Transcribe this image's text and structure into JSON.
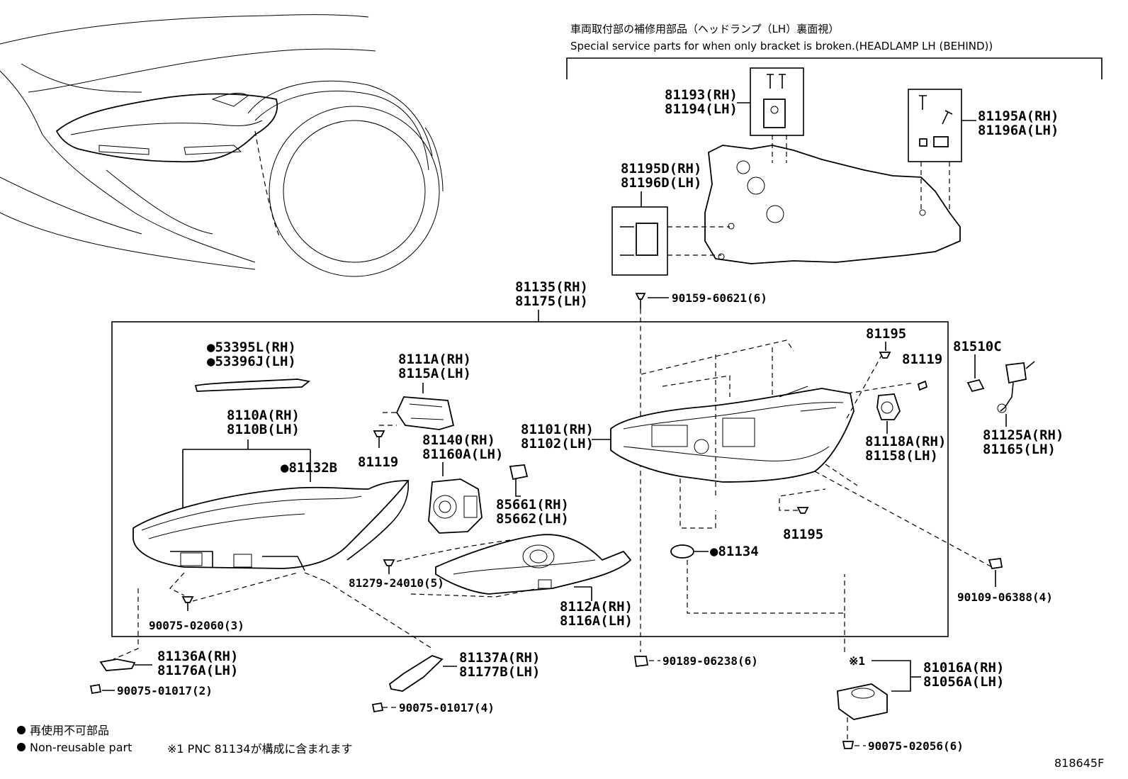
{
  "header": {
    "jp": "車両取付部の補修用部品（ヘッドランプ（LH）裏面視）",
    "en": "Special service parts for when only bracket is broken.(HEADLAMP LH (BEHIND))"
  },
  "labels": {
    "p81193": "81193(RH)",
    "p81194": "81194(LH)",
    "p81195A": "81195A(RH)",
    "p81196A": "81196A(LH)",
    "p81195D": "81195D(RH)",
    "p81196D": "81196D(LH)",
    "p81135": "81135(RH)",
    "p81175": "81175(LH)",
    "p90159": "90159-60621(6)",
    "p81195a": "81195",
    "p81195b": "81195",
    "p81510C": "81510C",
    "p81119a": "81119",
    "p81119b": "81119",
    "p53395L": "●53395L(RH)",
    "p53396J": "●53396J(LH)",
    "p8111A": "8111A(RH)",
    "p8115A": "8115A(LH)",
    "p8110A": "8110A(RH)",
    "p8110B": "8110B(LH)",
    "p81132B": "●81132B",
    "p81140": "81140(RH)",
    "p81160A": "81160A(LH)",
    "p81101": "81101(RH)",
    "p81102": "81102(LH)",
    "p81118A": "81118A(RH)",
    "p81158": "81158(LH)",
    "p81125A": "81125A(RH)",
    "p81165": "81165(LH)",
    "p85661": "85661(RH)",
    "p85662": "85662(LH)",
    "p81134": "●81134",
    "p81279": "81279-24010(5)",
    "p90109": "90109-06388(4)",
    "p8112A": "8112A(RH)",
    "p8116A": "8116A(LH)",
    "p90075a": "90075-02060(3)",
    "p81136A": "81136A(RH)",
    "p81176A": "81176A(LH)",
    "p90075b": "90075-01017(2)",
    "p81137A": "81137A(RH)",
    "p81177B": "81177B(LH)",
    "p90075c": "90075-01017(4)",
    "p90189": "90189-06238(6)",
    "note1": "※1",
    "p81016A": "81016A(RH)",
    "p81056A": "81056A(LH)",
    "p90075d": "90075-02056(6)"
  },
  "legend": {
    "jp": "再使用不可部品",
    "en": "Non-reusable part",
    "note": "※1 PNC 81134が構成に含まれます"
  },
  "figure_id": "818645F"
}
